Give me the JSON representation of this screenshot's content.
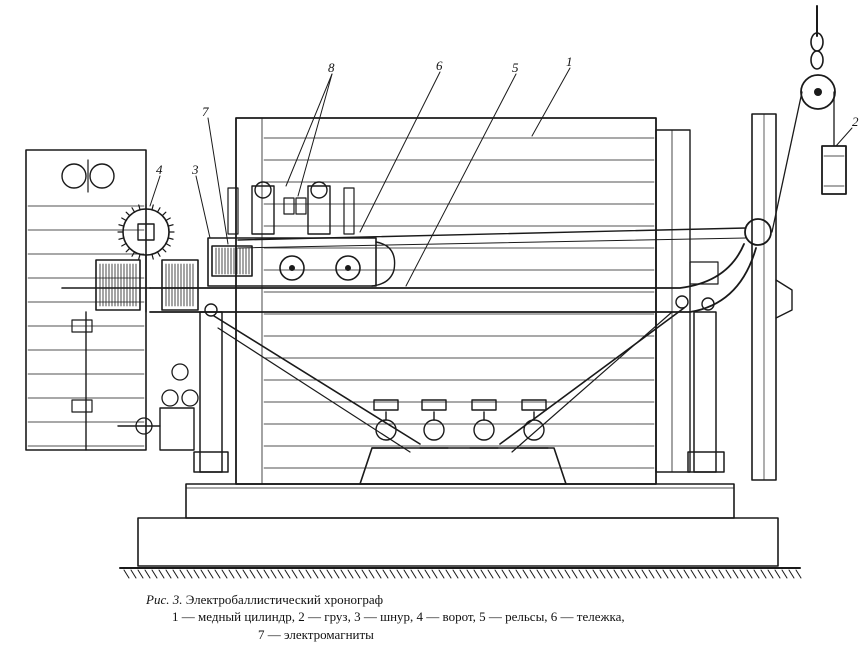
{
  "figure": {
    "caption": {
      "prefix": "Рис. 3.",
      "title": "Электробаллистический хронограф",
      "legend_line1": "1 — медный цилиндр, 2 — груз, 3 — шнур, 4 — ворот, 5 — рельсы, 6 — тележка,",
      "legend_line2": "7 — электромагниты"
    },
    "callouts": [
      "1",
      "2",
      "3",
      "4",
      "5",
      "6",
      "7",
      "8"
    ],
    "parts": [
      {
        "number": "1",
        "label": "медный цилиндр"
      },
      {
        "number": "2",
        "label": "груз"
      },
      {
        "number": "3",
        "label": "шнур"
      },
      {
        "number": "4",
        "label": "ворот"
      },
      {
        "number": "5",
        "label": "рельсы"
      },
      {
        "number": "6",
        "label": "тележка"
      },
      {
        "number": "7",
        "label": "электромагниты"
      }
    ]
  }
}
